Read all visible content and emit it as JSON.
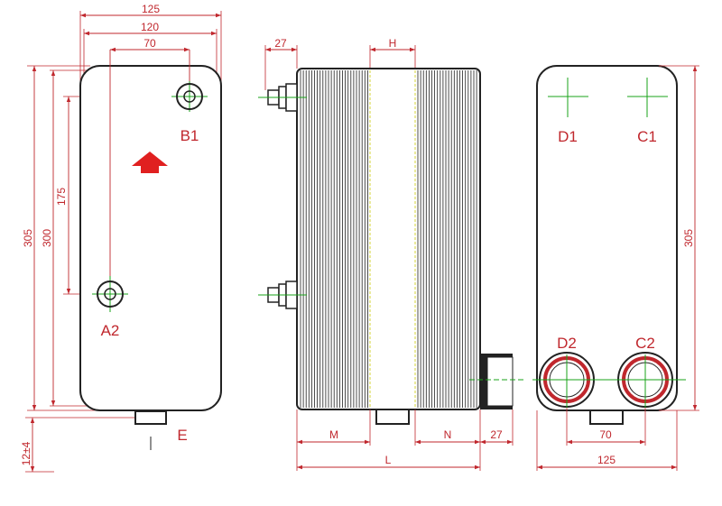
{
  "front_view": {
    "dims": {
      "width_outer": "125",
      "width_inner": "120",
      "port_spacing": "70",
      "height_outer": "305",
      "height_inner": "300",
      "port_vertical": "175",
      "foot": "12±4"
    },
    "ports": {
      "upper": "B1",
      "lower": "A2"
    },
    "drain_label": "E"
  },
  "side_view": {
    "dims": {
      "connection_top": "27",
      "gap": "H",
      "left_section": "M",
      "right_section": "N",
      "connection_bottom": "27",
      "total_length": "L"
    }
  },
  "rear_view": {
    "ports": {
      "top_left": "D1",
      "top_right": "C1",
      "bottom_left": "D2",
      "bottom_right": "C2"
    },
    "dims": {
      "height": "305",
      "port_spacing": "70",
      "width": "125"
    }
  },
  "colors": {
    "outline": "#222222",
    "dimension": "#c0272d",
    "centerline": "#19a319",
    "arrow": "#e02020"
  }
}
